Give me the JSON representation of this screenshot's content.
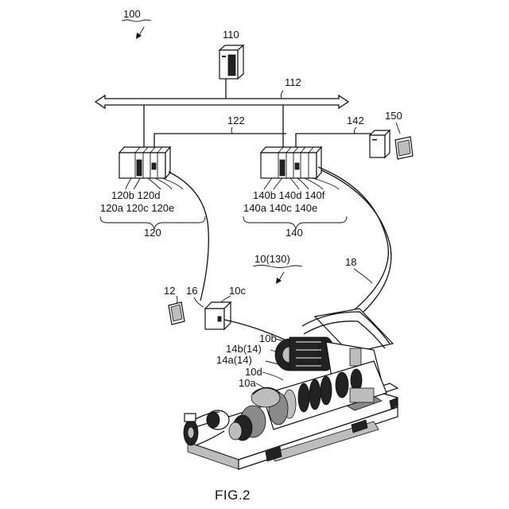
{
  "labels": {
    "system": "100",
    "server": "110",
    "network": "112",
    "link_122": "122",
    "link_142": "142",
    "terminal_150": "150",
    "plc_a": {
      "top_row": "120b 120d",
      "bottom_row": "120a 120c 120e",
      "group": "120"
    },
    "plc_b": {
      "top_row": "140b 140d 140f",
      "bottom_row": "140a 140c 140e",
      "group": "140"
    },
    "machine": "10(130)",
    "cable_18": "18",
    "tablet_12": "12",
    "device_16": "16",
    "controller_10c": "10c",
    "motor_10b": "10b",
    "sensor_14b": "14b(14)",
    "sensor_14a": "14a(14)",
    "part_10d": "10d",
    "part_10a": "10a"
  },
  "caption": "FIG.2"
}
